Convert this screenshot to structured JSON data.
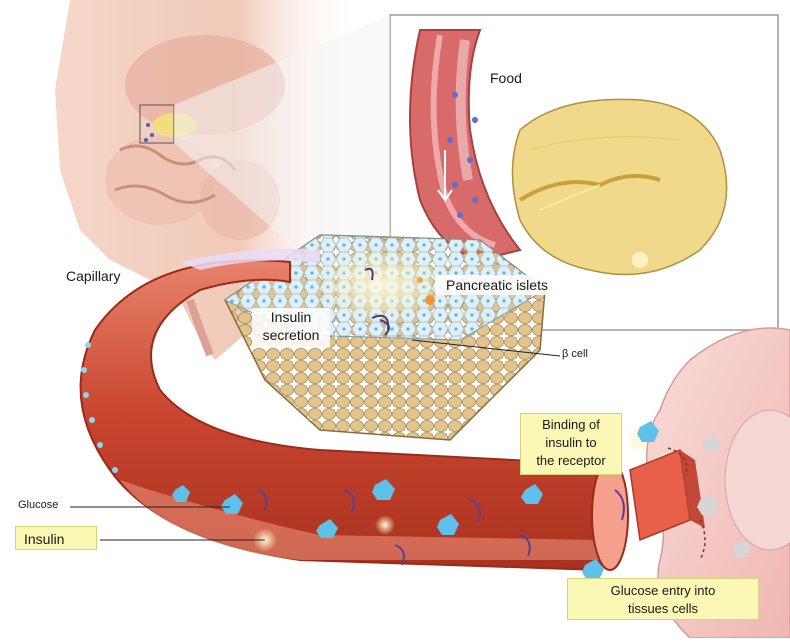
{
  "labels": {
    "food": "Food",
    "capillary": "Capillary",
    "pancreatic_islets": "Pancreatic islets",
    "insulin_secretion_line1": "Insulin",
    "insulin_secretion_line2": "secretion",
    "beta_cell": "β cell",
    "binding_line1": "Binding of",
    "binding_line2": "insulin to",
    "binding_line3": "the receptor",
    "glucose": "Glucose",
    "insulin": "Insulin",
    "glucose_entry_line1": "Glucose entry into",
    "glucose_entry_line2": "tissues cells"
  },
  "colors": {
    "vessel_red": "#c8402e",
    "vessel_inner": "#e07a5e",
    "tissue_pink": "#f2c4b8",
    "islet_tan": "#e3c690",
    "glucose_blue": "#6cc7ec",
    "insulin_purple": "#6a4fa3",
    "highlight_box": "#fbf7b4",
    "cell_pink": "#f5c9c6"
  }
}
